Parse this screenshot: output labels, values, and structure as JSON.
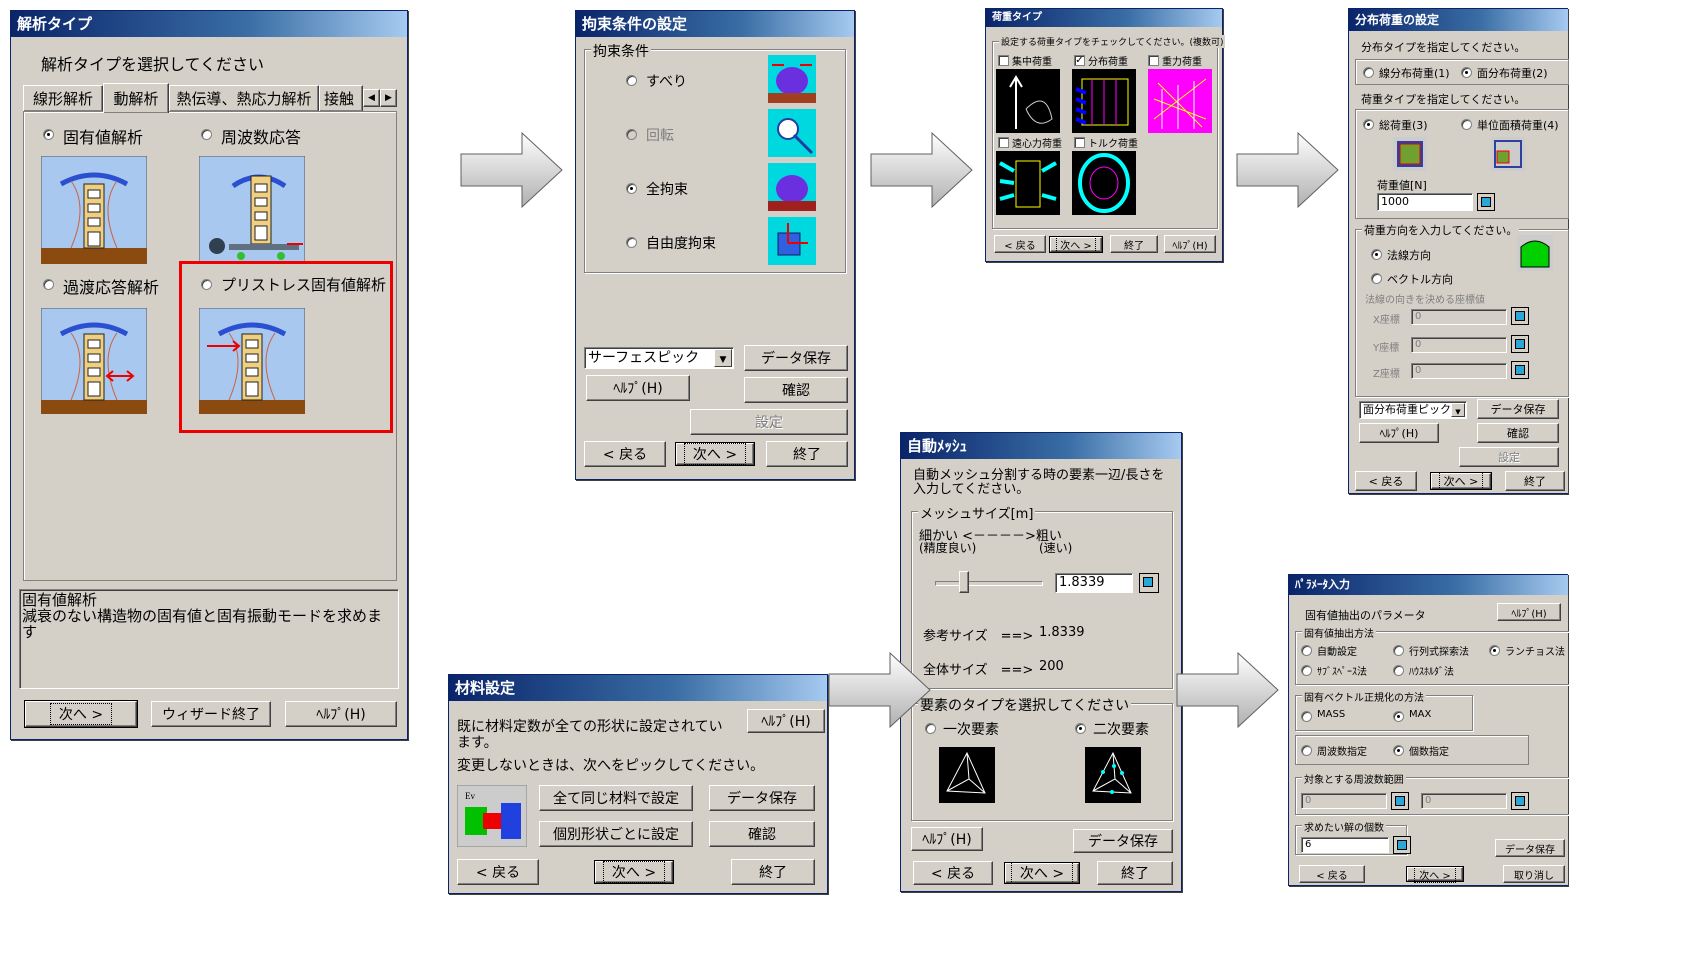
{
  "w1": {
    "title": "解析タイプ",
    "prompt": "解析タイプを選択してください",
    "tabs": [
      "線形解析",
      "動解析",
      "熱伝導、熱応力解析",
      "接触"
    ],
    "options": [
      "固有値解析",
      "周波数応答",
      "過渡応答解析",
      "プリストレス固有値解析"
    ],
    "desc_title": "固有値解析",
    "desc_body": "減衰のない構造物の固有値と固有振動モードを求めます",
    "btn_next": "次へ >",
    "btn_finish": "ウィザード終了",
    "btn_help": "ﾍﾙﾌﾟ(H)"
  },
  "w2": {
    "title": "拘束条件の設定",
    "group": "拘束条件",
    "options": [
      "すべり",
      "回転",
      "全拘束",
      "自由度拘束"
    ],
    "pick_value": "サーフェスピック",
    "btn_save": "データ保存",
    "btn_help": "ﾍﾙﾌﾟ(H)",
    "btn_confirm": "確認",
    "btn_set": "設定",
    "btn_back": "< 戻る",
    "btn_next": "次へ >",
    "btn_exit": "終了"
  },
  "w3": {
    "title": "荷重タイプ",
    "group": "設定する荷重タイプをチェックしてください。(複数可)",
    "types": [
      "集中荷重",
      "分布荷重",
      "重力荷重",
      "遠心力荷重",
      "トルク荷重"
    ],
    "btn_back": "< 戻る",
    "btn_next": "次へ >",
    "btn_exit": "終了",
    "btn_help": "ﾍﾙﾌﾟ(H)"
  },
  "w4": {
    "title": "分布荷重の設定",
    "prompt1": "分布タイプを指定してください。",
    "dist1": "線分布荷重(1)",
    "dist2": "面分布荷重(2)",
    "prompt2": "荷重タイプを指定してください。",
    "load1": "総荷重(3)",
    "load2": "単位面積荷重(4)",
    "load_label": "荷重値[N]",
    "load_value": "1000",
    "dir_group": "荷重方向を入力してください。",
    "dir1": "法線方向",
    "dir2": "ベクトル方向",
    "coord_note": "法線の向きを決める座標値",
    "x": "X座標",
    "y": "Y座標",
    "z": "Z座標",
    "coord_value": "0",
    "pick_value": "面分布荷重ピック",
    "btn_save": "データ保存",
    "btn_help": "ﾍﾙﾌﾟ(H)",
    "btn_confirm": "確認",
    "btn_set": "設定",
    "btn_back": "< 戻る",
    "btn_next": "次へ >",
    "btn_exit": "終了"
  },
  "w5": {
    "title": "材料設定",
    "msg1": "既に材料定数が全ての形状に設定されています。",
    "msg2": "変更しないときは、次へをピックしてください。",
    "btn_help": "ﾍﾙﾌﾟ(H)",
    "btn_all": "全て同じ材料で設定",
    "btn_each": "個別形状ごとに設定",
    "btn_save": "データ保存",
    "btn_confirm": "確認",
    "btn_back": "< 戻る",
    "btn_next": "次へ >",
    "btn_exit": "終了",
    "icon_text": "Ev"
  },
  "w6": {
    "title": "自動ﾒｯｼｭ",
    "msg": "自動メッシュ分割する時の要素一辺/長さを入力してください。",
    "size_group": "メッシュサイズ[m]",
    "fine": "細かい <－－－－>粗い",
    "fine_sub": "(精度良い)",
    "coarse_sub": "(速い)",
    "size_value": "1.8339",
    "ref_label": "参考サイズ　==>",
    "ref_value": "1.8339",
    "total_label": "全体サイズ　==>",
    "total_value": "200",
    "elem_group": "要素のタイプを選択してください",
    "elem1": "一次要素",
    "elem2": "二次要素",
    "btn_help": "ﾍﾙﾌﾟ(H)",
    "btn_save": "データ保存",
    "btn_back": "< 戻る",
    "btn_next": "次へ >",
    "btn_exit": "終了"
  },
  "w7": {
    "title": "ﾊﾟﾗﾒｰﾀ入力",
    "param": "固有値抽出のパラメータ",
    "btn_help": "ﾍﾙﾌﾟ(H)",
    "method_group": "固有値抽出方法",
    "m_auto": "自動設定",
    "m_det": "行列式探索法",
    "m_lanczos": "ランチョス法",
    "m_subspace": "ｻﾌﾞｽﾍﾟｰｽ法",
    "m_house": "ﾊｳｽﾎﾙﾀﾞ法",
    "norm_group": "固有ベクトル正規化の方法",
    "n_mass": "MASS",
    "n_max": "MAX",
    "f_freq": "周波数指定",
    "f_count": "個数指定",
    "range_group": "対象とする周波数範囲",
    "range_from": "0",
    "range_to": "0",
    "count_group": "求めたい解の個数",
    "count_value": "6",
    "btn_save": "データ保存",
    "btn_back": "< 戻る",
    "btn_next": "次へ >",
    "btn_cancel": "取り消し"
  }
}
